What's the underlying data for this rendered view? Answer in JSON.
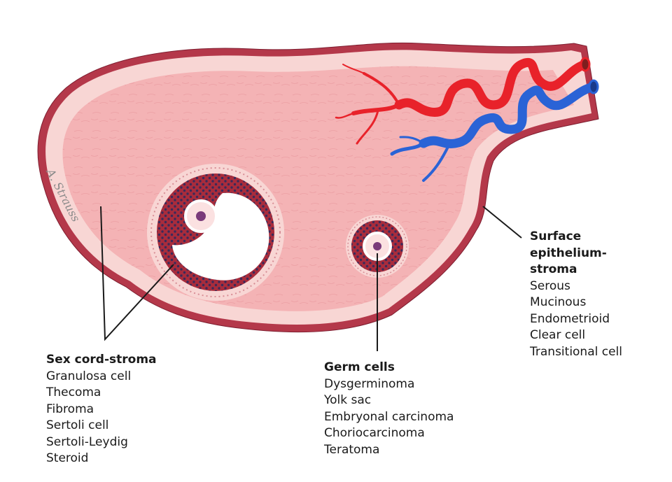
{
  "figure": {
    "signature": "A. Strauss"
  },
  "labels": {
    "sex_cord_stroma": {
      "title": "Sex cord-stroma",
      "items": [
        "Granulosa cell",
        "Thecoma",
        "Fibroma",
        "Sertoli cell",
        "Sertoli-Leydig",
        "Steroid"
      ]
    },
    "germ_cells": {
      "title": "Germ cells",
      "items": [
        "Dysgerminoma",
        "Yolk sac",
        "Embryonal carcinoma",
        "Choriocarcinoma",
        "Teratoma"
      ]
    },
    "surface_epithelium": {
      "title": "Surface epithelium-stroma",
      "items": [
        "Serous",
        "Mucinous",
        "Endometrioid",
        "Clear cell",
        "Transitional cell"
      ]
    }
  },
  "colors": {
    "stroma": "#f4b3b5",
    "tunica": "#f8d6d4",
    "epithelium": "#b4384a",
    "artery": "#e8222a",
    "vein": "#2a63d6",
    "granulosa": "#a82c3c",
    "dots": "#3a2a5a"
  }
}
